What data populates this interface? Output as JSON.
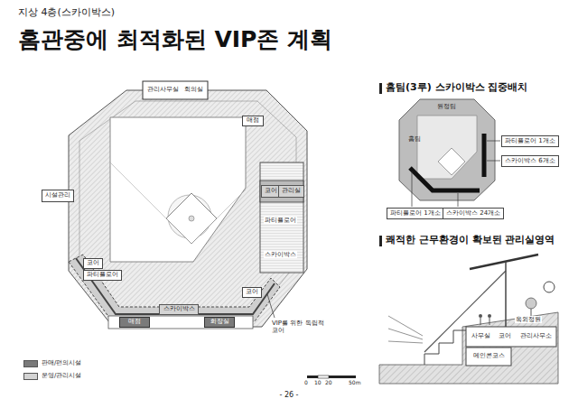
{
  "diagram": {
    "title": "홈관중에 최적화된 VIP존 계획",
    "nodes": [
      {
        "text": [
          "관리사무실"
        ]
      },
      {
        "text": [
          "회의실"
        ]
      },
      {
        "text": [
          "매점"
        ]
      },
      {
        "text": [
          "시설관리"
        ]
      },
      {
        "text": [
          "코어"
        ]
      },
      {
        "text": [
          "관리실"
        ]
      },
      {
        "text": [
          "코어"
        ]
      },
      {
        "text": [
          "파티플로어"
        ]
      },
      {
        "text": [
          "스카이박스"
        ]
      },
      {
        "text": [
          "코어"
        ]
      },
      {
        "text": [
          "매점"
        ]
      },
      {
        "text": [
          "화장실"
        ]
      },
      {
        "text": [
          "파티플로어 1개소"
        ]
      },
      {
        "text": [
          "스카이박스 6개소"
        ]
      },
      {
        "text": [
          "파티플로어 1개소"
        ]
      },
      {
        "text": [
          "스카이박스 24개소"
        ]
      },
      {
        "text": [
          "사무실"
        ]
      },
      {
        "text": [
          "코어"
        ]
      },
      {
        "text": [
          "관리사무소"
        ]
      },
      {
        "text": [
          "메인콘코스"
        ]
      }
    ],
    "labels": [
      "지상 4층(스카이박스)",
      "홈팀(3루) 스카이박스 집중배치",
      "쾌적한 근무환경이 확보된 관리실영역",
      "원정팀",
      "홈팀",
      "VIP를 위한 독립적 코어",
      "0",
      "10",
      "20",
      "50m",
      "- 26 -",
      "파티플로어",
      "스카이박스",
      "옥외정원"
    ],
    "legend": [
      {
        "text": "판매/편의시설",
        "color": "#7a7a7a"
      },
      {
        "text": "운영/관리시설",
        "color": "#d4d4d4"
      }
    ]
  }
}
